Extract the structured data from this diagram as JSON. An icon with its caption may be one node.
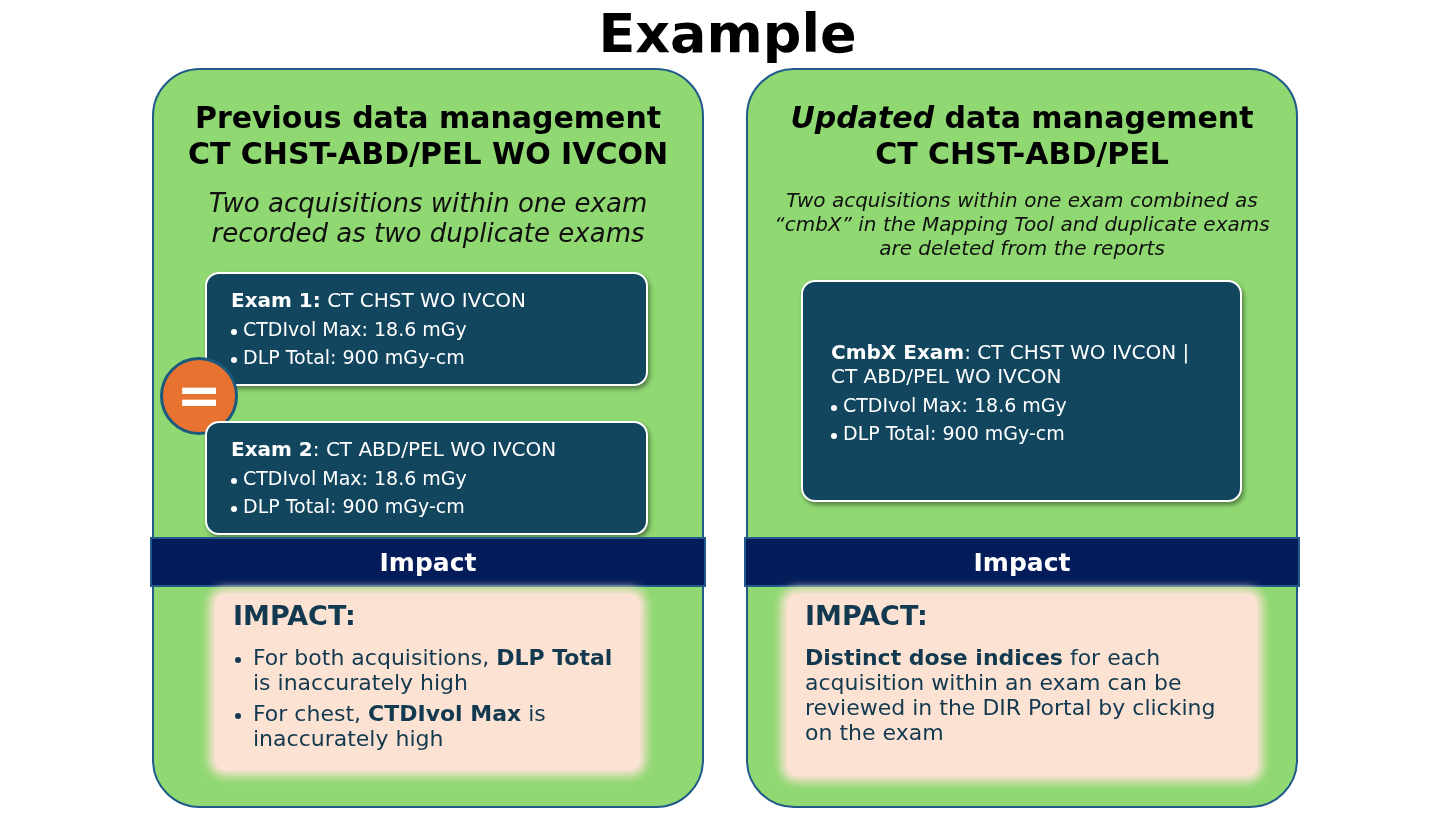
{
  "diagram": {
    "title": "Example",
    "nodes": [
      {
        "text": [
          "Previous data management CT CHST-ABD/PEL WO IVCON",
          "Two acquisitions within one exam recorded as two duplicate exams"
        ]
      },
      {
        "text": [
          "**Exam 1:** CT CHST WO IVCON",
          "CTDIvol Max: 18.6 mGy",
          "DLP Total: 900 mGy-cm"
        ],
        "in": 0
      },
      {
        "text": [
          "="
        ],
        "in": 0
      },
      {
        "text": [
          "**Exam 2**: CT ABD/PEL WO IVCON",
          "CTDIvol Max: 18.6 mGy",
          "DLP Total: 900 mGy-cm"
        ],
        "in": 0
      },
      {
        "text": [
          "Impact"
        ],
        "in": 0
      },
      {
        "text": [
          "IMPACT:",
          "For both acquisitions, **DLP Total** is inaccurately high",
          "For chest, **CTDIvol Max** is inaccurately high"
        ],
        "in": 0
      },
      {
        "text": [
          "*Updated* data management CT CHST-ABD/PEL",
          "Two acquisitions within one exam combined as “cmbX” in the Mapping Tool and duplicate exams are deleted from the reports"
        ]
      },
      {
        "text": [
          "**CmbX Exam**: CT CHST WO IVCON | CT ABD/PEL WO IVCON",
          "CTDIvol Max: 18.6 mGy",
          "DLP Total: 900 mGy-cm"
        ],
        "in": 6
      },
      {
        "text": [
          "Impact"
        ],
        "in": 6
      },
      {
        "text": [
          "IMPACT:",
          "**Distinct dose indices** for each acquisition within an exam can be reviewed in the DIR Portal by clicking on the exam"
        ],
        "in": 6
      }
    ]
  }
}
